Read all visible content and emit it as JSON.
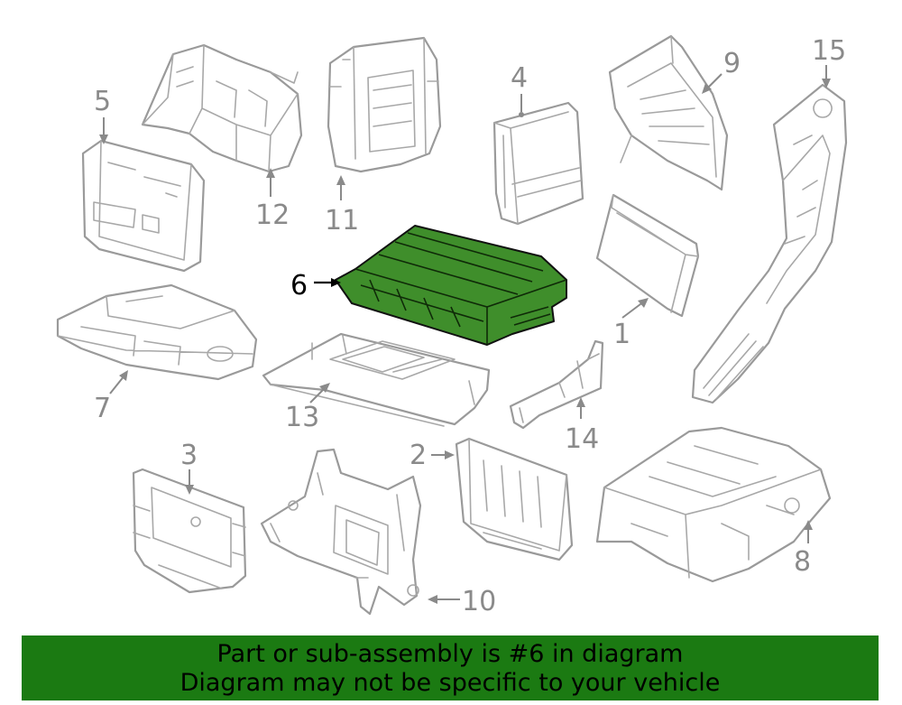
{
  "highlighted_part": "6",
  "callouts": {
    "c1": "1",
    "c2": "2",
    "c3": "3",
    "c4": "4",
    "c5": "5",
    "c6": "6",
    "c7": "7",
    "c8": "8",
    "c9": "9",
    "c10": "10",
    "c11": "11",
    "c12": "12",
    "c13": "13",
    "c14": "14",
    "c15": "15"
  },
  "banner": {
    "line1": "Part or sub-assembly is #6 in diagram",
    "line2": "Diagram may not be specific to your vehicle"
  },
  "colors": {
    "highlight_fill": "#3f8e2b",
    "banner_bg": "#1b7a12",
    "part_outline": "#9a9a9a",
    "callout_text": "#8a8a8a"
  }
}
